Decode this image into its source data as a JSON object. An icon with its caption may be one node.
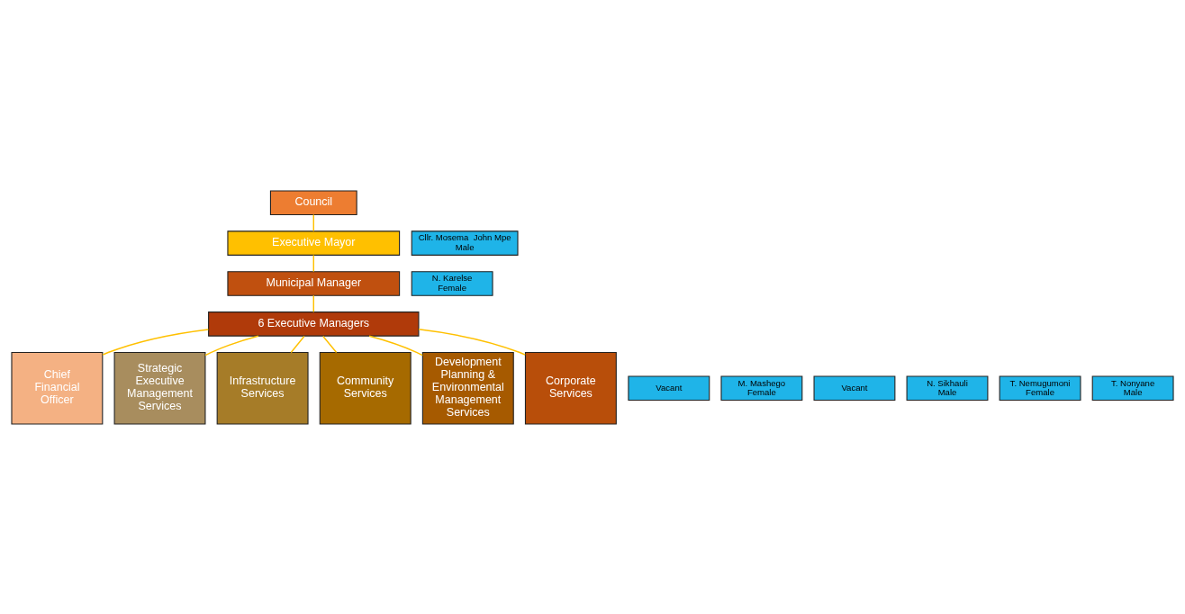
{
  "diagram": {
    "nodes": [
      {
        "text": [
          "Council"
        ]
      },
      {
        "text": [
          "Executive Mayor"
        ]
      },
      {
        "text": [
          "Cllr. Mosema  John Mpe",
          "Male"
        ]
      },
      {
        "text": [
          "Municipal Manager"
        ]
      },
      {
        "text": [
          "N. Karelse",
          "Female"
        ]
      },
      {
        "text": [
          "6 Executive Managers"
        ]
      },
      {
        "text": [
          "Chief Financial Officer"
        ]
      },
      {
        "text": [
          "T. Nonyane",
          "Male"
        ]
      },
      {
        "text": [
          "Strategic Executive Management Services"
        ]
      },
      {
        "text": [
          "T. Nemugumoni",
          "Female"
        ]
      },
      {
        "text": [
          "Infrastructure Services"
        ]
      },
      {
        "text": [
          "N. Sikhauli",
          "Male"
        ]
      },
      {
        "text": [
          "Community Services"
        ]
      },
      {
        "text": [
          "Vacant"
        ]
      },
      {
        "text": [
          "Development Planning & Environmental Management Services"
        ]
      },
      {
        "text": [
          "M. Mashego",
          "Female"
        ]
      },
      {
        "text": [
          "Corporate Services"
        ]
      },
      {
        "text": [
          "Vacant"
        ]
      }
    ],
    "edges": [
      {
        "from": 0,
        "to": 1,
        "arrow": "none"
      },
      {
        "from": 1,
        "to": 3,
        "arrow": "none"
      },
      {
        "from": 3,
        "to": 5,
        "arrow": "none"
      },
      {
        "from": 5,
        "to": 6,
        "arrow": "none"
      },
      {
        "from": 5,
        "to": 8,
        "arrow": "none"
      },
      {
        "from": 5,
        "to": 10,
        "arrow": "none"
      },
      {
        "from": 5,
        "to": 12,
        "arrow": "none"
      },
      {
        "from": 5,
        "to": 14,
        "arrow": "none"
      },
      {
        "from": 5,
        "to": 16,
        "arrow": "none"
      }
    ]
  }
}
